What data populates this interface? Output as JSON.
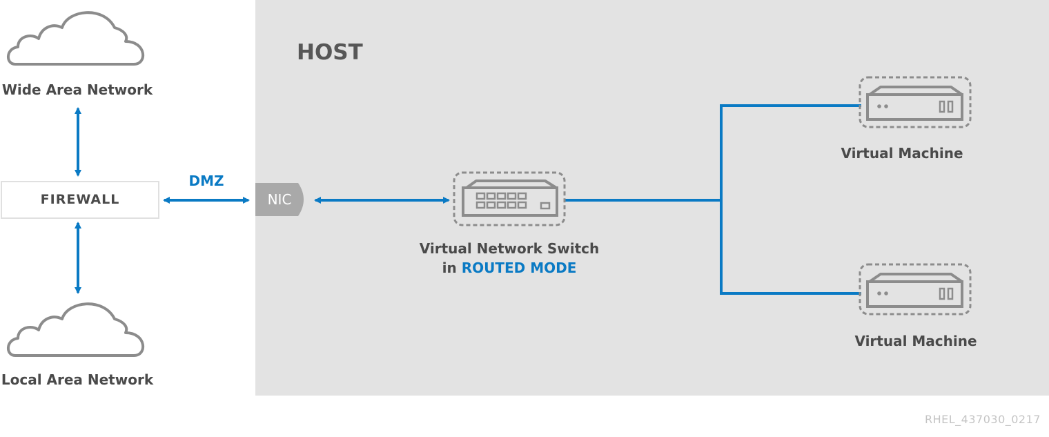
{
  "host": {
    "title": "HOST"
  },
  "wan": {
    "label": "Wide Area Network"
  },
  "lan": {
    "label": "Local Area Network"
  },
  "firewall": {
    "label": "FIREWALL"
  },
  "dmz": {
    "label": "DMZ"
  },
  "nic": {
    "label": "NIC"
  },
  "switch": {
    "label_line1": "Virtual Network Switch",
    "label_line2_prefix": "in ",
    "label_line2_mode": "ROUTED MODE"
  },
  "virtual_machines": [
    {
      "label": "Virtual Machine"
    },
    {
      "label": "Virtual Machine"
    }
  ],
  "watermark": "RHEL_437030_0217",
  "colors": {
    "host_bg": "#e3e3e3",
    "accent_blue": "#0a7ac4",
    "icon_gray": "#8c8c8c",
    "text_dark": "#4a4a4a",
    "nic_gray": "#a9a9a9"
  }
}
